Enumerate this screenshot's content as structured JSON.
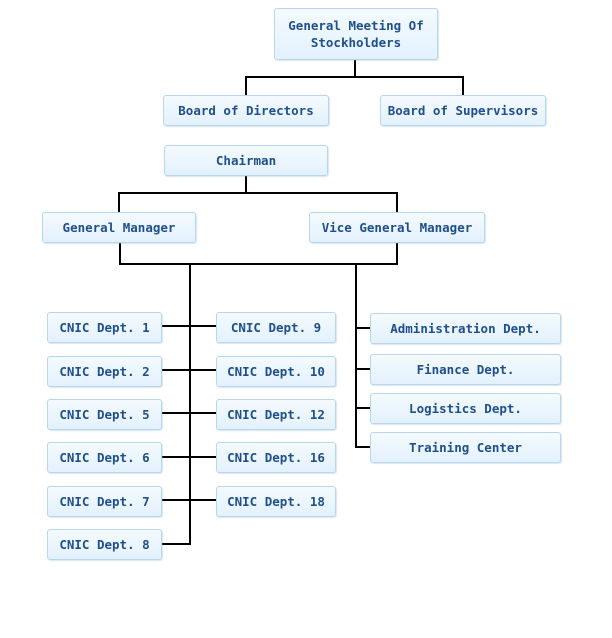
{
  "top": {
    "general_meeting": "General Meeting Of\nStockholders",
    "board_of_directors": "Board of Directors",
    "board_of_supervisors": "Board of Supervisors",
    "chairman": "Chairman",
    "general_manager": "General Manager",
    "vice_general_manager": "Vice General Manager"
  },
  "left_departments": [
    "CNIC Dept. 1",
    "CNIC Dept. 2",
    "CNIC Dept. 5",
    "CNIC Dept. 6",
    "CNIC Dept. 7",
    "CNIC Dept. 8"
  ],
  "middle_departments": [
    "CNIC Dept. 9",
    "CNIC Dept. 10",
    "CNIC Dept. 12",
    "CNIC Dept. 16",
    "CNIC Dept. 18"
  ],
  "right_departments": [
    "Administration Dept.",
    "Finance Dept.",
    "Logistics Dept.",
    "Training Center"
  ]
}
